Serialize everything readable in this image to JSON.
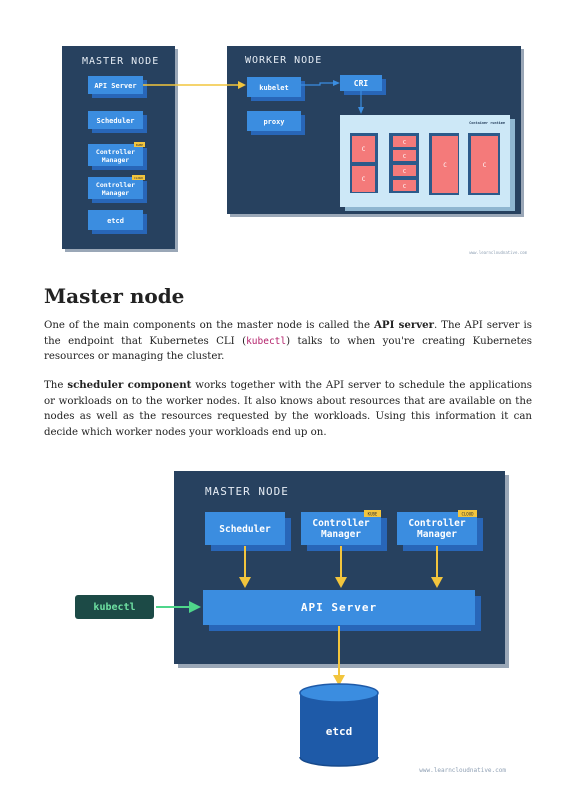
{
  "diagram1": {
    "master_title": "MASTER NODE",
    "worker_title": "WORKER NODE",
    "api_server": "API Server",
    "scheduler": "Scheduler",
    "controller_manager_line1": "Controller",
    "controller_manager_line2": "Manager",
    "kube_badge": "KUBE",
    "cloud_badge": "CLOUD",
    "etcd": "etcd",
    "kubelet": "kubelet",
    "proxy": "proxy",
    "cri": "CRI",
    "container_runtime": "Container runtime",
    "container_label": "C",
    "watermark": "www.learncloudnative.com"
  },
  "section": {
    "heading": "Master node",
    "p1_a": "One of the main components on the master node is called the ",
    "p1_bold": "API server",
    "p1_b": ". The API server is the endpoint that Kubernetes CLI (",
    "p1_code": "kubectl",
    "p1_c": ") talks to when you're creating Kubernetes resources or managing the cluster.",
    "p2_a": "The ",
    "p2_bold": "scheduler component",
    "p2_b": " works together with the API server to schedule the applications or workloads on to the worker nodes. It also knows about resources that are available on the nodes as well as the resources requested by the workloads. Using this information it can decide which worker nodes your workloads end up on."
  },
  "diagram2": {
    "master_title": "MASTER NODE",
    "scheduler": "Scheduler",
    "controller_line1": "Controller",
    "controller_line2": "Manager",
    "kube_badge": "KUBE",
    "cloud_badge": "CLOUD",
    "api_server": "API Server",
    "kubectl": "kubectl",
    "etcd": "etcd",
    "watermark": "www.learncloudnative.com"
  },
  "colors": {
    "node_bg": "#27415f",
    "component": "#3b8de0",
    "component_shadow": "#2866b8",
    "arrow": "#f2c53d",
    "container": "#f47a7a",
    "runtime_bg": "#cde8f7",
    "kubectl_bg": "#1c4a46",
    "kubectl_text": "#6ee0a2",
    "kubectl_arrow": "#4fd68b"
  }
}
